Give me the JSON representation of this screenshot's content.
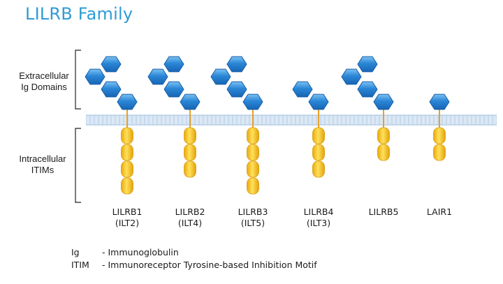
{
  "title": "LILRB Family",
  "extracellular_label": [
    "Extracellular",
    "Ig Domains"
  ],
  "intracellular_label": [
    "Intracellular",
    "ITIMs"
  ],
  "colors": {
    "title": "#2f9bd6",
    "ig_domain": "#2a86d6",
    "itim": "#f2c21b",
    "stalk": "#e8a02a",
    "membrane": "#b9d3ea"
  },
  "receptors": [
    {
      "name": "LILRB1",
      "alias": "(ILT2)",
      "ig_domains": 4,
      "itims": 4
    },
    {
      "name": "LILRB2",
      "alias": "(ILT4)",
      "ig_domains": 4,
      "itims": 3
    },
    {
      "name": "LILRB3",
      "alias": "(ILT5)",
      "ig_domains": 4,
      "itims": 4
    },
    {
      "name": "LILRB4",
      "alias": "(ILT3)",
      "ig_domains": 2,
      "itims": 3
    },
    {
      "name": "LILRB5",
      "alias": "",
      "ig_domains": 4,
      "itims": 2
    },
    {
      "name": "LAIR1",
      "alias": "",
      "ig_domains": 1,
      "itims": 2
    }
  ],
  "legend": [
    {
      "abbr": "Ig",
      "text": "- Immunoglobulin"
    },
    {
      "abbr": "ITIM",
      "text": "- Immunoreceptor Tyrosine-based Inhibition Motif"
    }
  ]
}
